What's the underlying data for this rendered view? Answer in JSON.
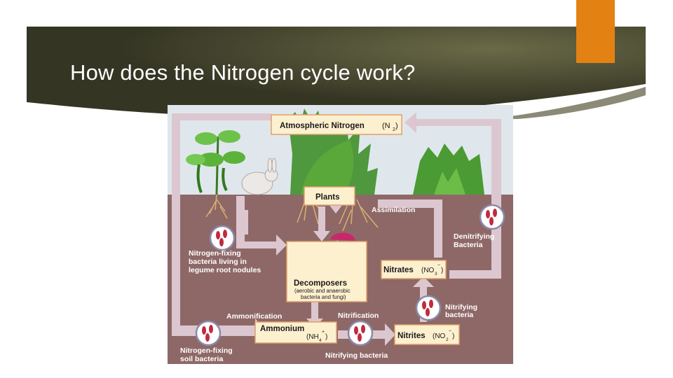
{
  "slide": {
    "title": "How does the Nitrogen cycle work?"
  },
  "diagram": {
    "boxes": {
      "atmospheric": {
        "label": "Atmospheric Nitrogen",
        "formula": "(N",
        "sub": "2",
        "close": ")"
      },
      "plants": {
        "label": "Plants"
      },
      "decomposers": {
        "label": "Decomposers",
        "note1": "(aerobic and anaerobic",
        "note2": "bacteria and fungi)"
      },
      "nitrates": {
        "label": "Nitrates",
        "formula": "(NO",
        "sub": "3",
        "sup": "−",
        "close": ")"
      },
      "ammonium": {
        "label": "Ammonium",
        "formula": "(NH",
        "sub": "4",
        "sup": "+",
        "close": ")"
      },
      "nitrites": {
        "label": "Nitrites",
        "formula": "(NO",
        "sub": "2",
        "sup": "−",
        "close": ")"
      }
    },
    "labels": {
      "assimilation": "Assimilation",
      "denitrifying_1": "Denitrifying",
      "denitrifying_2": "Bacteria",
      "legume_1": "Nitrogen-fixing",
      "legume_2": "bacteria living in",
      "legume_3": "legume root nodules",
      "ammonification": "Ammonification",
      "nitrification": "Nitrification",
      "nitrifying_1": "Nitrifying",
      "nitrifying_2": "bacteria",
      "soil_1": "Nitrogen-fixing",
      "soil_2": "soil bacteria",
      "nitrifying_bottom": "Nitrifying bacteria"
    },
    "colors": {
      "sky": "#dfe7ec",
      "soil": "#8e6867",
      "arrow": "#dcc7d0",
      "box": "#fdf0cf",
      "box_border": "#e0a06a",
      "bacteria": "#c02a3e",
      "accent": "#e38213"
    }
  }
}
